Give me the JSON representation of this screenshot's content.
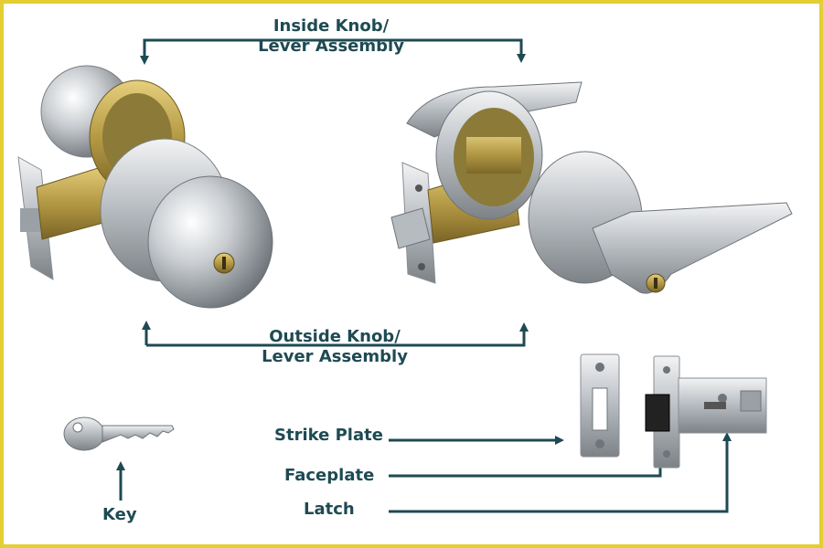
{
  "labels": {
    "inside_line1": "Inside Knob/",
    "inside_line2": "Lever Assembly",
    "outside_line1": "Outside Knob/",
    "outside_line2": "Lever Assembly",
    "strike_plate": "Strike Plate",
    "faceplate": "Faceplate",
    "latch": "Latch",
    "key": "Key"
  },
  "colors": {
    "arrow": "#1e4a53",
    "frame": "#e3cf33",
    "chrome": "#c9cdd1",
    "brass": "#b59a45"
  },
  "icons": [
    "knob-lock-icon",
    "lever-lock-icon",
    "key-icon",
    "strike-plate-icon",
    "latch-assembly-icon"
  ]
}
